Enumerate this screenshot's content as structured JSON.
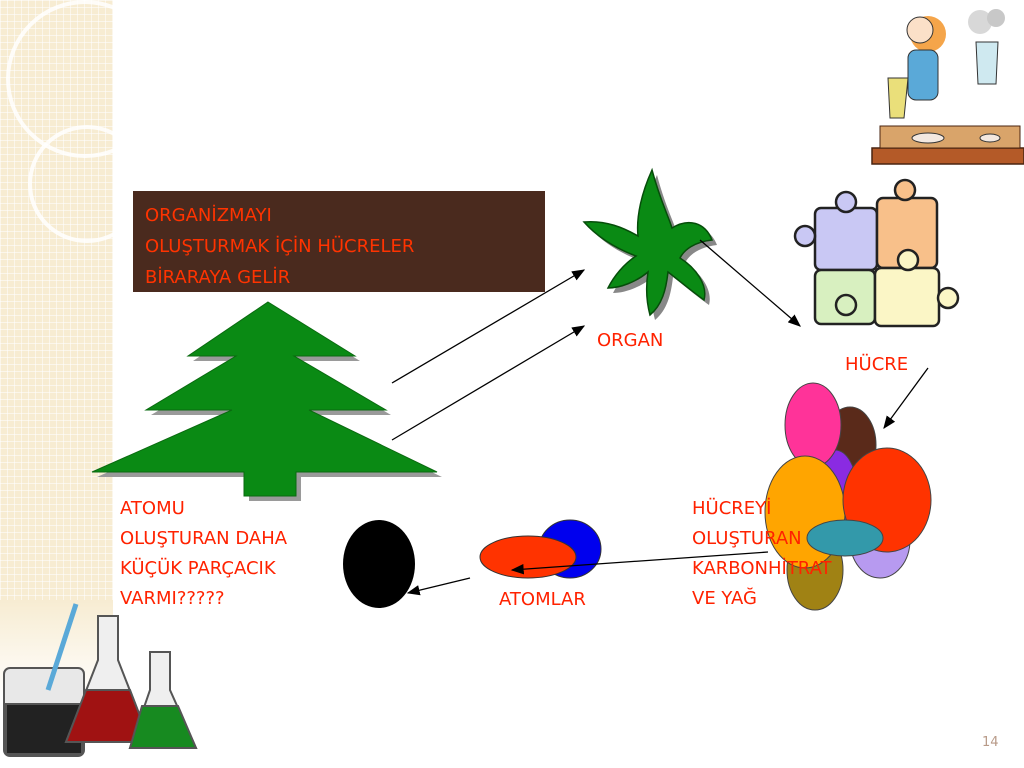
{
  "slide": {
    "title_lines": [
      "ORGANİZMAYI",
      "OLUŞTURMAK İÇİN HÜCRELER",
      "BİRARAYA GELİR"
    ],
    "labels": {
      "organ": "ORGAN",
      "hucre": "HÜCRE",
      "atomlar": "ATOMLAR",
      "hucreyi_lines": [
        "HÜCREYİ",
        "OLUŞTURAN",
        "KARBONHİTRAT",
        "VE YAĞ"
      ],
      "question_lines": [
        "ATOMU",
        "OLUŞTURAN DAHA",
        "KÜÇÜK PARÇACIK",
        "VARMI?????"
      ]
    },
    "page_number": "14"
  },
  "icons": {
    "tree": "pine-tree-icon",
    "organ": "leaf-star-icon",
    "cell": "puzzle-icon",
    "molecules": "colored-ovals-icon",
    "atoms": "atom-ovals-icon",
    "particle": "black-oval-icon",
    "scientist": "scientist-clipart-icon",
    "flasks": "lab-flasks-icon"
  },
  "colors": {
    "text_accent": "#ff2200",
    "title_box_bg": "#4a2a1e",
    "green": "#0a8a14",
    "sidebar": "#f7ecd2"
  }
}
